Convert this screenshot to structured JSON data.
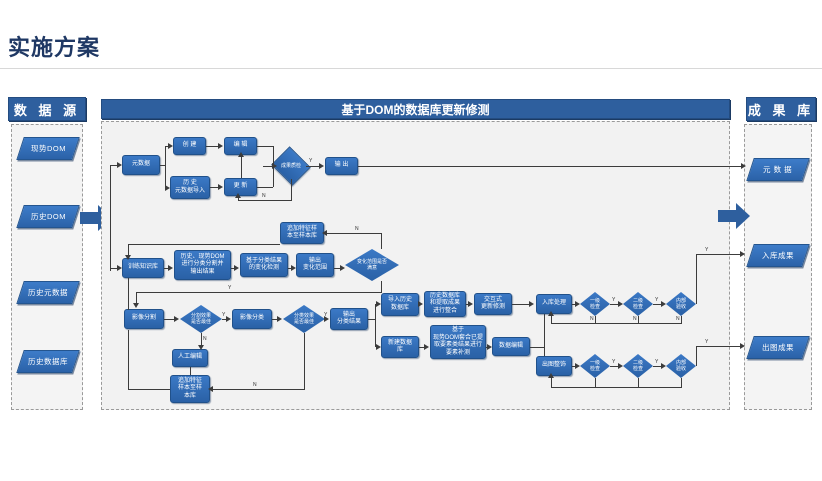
{
  "page": {
    "title": "实施方案"
  },
  "left_panel": {
    "header": "数 据 源",
    "items": [
      {
        "label": "现势DOM"
      },
      {
        "label": "历史DOM"
      },
      {
        "label": "历史元数据"
      },
      {
        "label": "历史数据库"
      }
    ]
  },
  "right_panel": {
    "header": "成 果 库",
    "items": [
      {
        "label": "元 数 据"
      },
      {
        "label": "入库成果"
      },
      {
        "label": "出图成果"
      }
    ]
  },
  "main": {
    "header": "基于DOM的数据库更新修测"
  },
  "nodes": {
    "metadata": "元数据",
    "create": "创 建",
    "import_hist_meta_l1": "历 史",
    "import_hist_meta_l2": "元数据导入",
    "edit": "编 辑",
    "update": "更 新",
    "output": "输 出",
    "train_kb": "训练知识库",
    "classify_dom_l1": "历史、现势DOM",
    "classify_dom_l2": "进行分类分割并",
    "classify_dom_l3": "输出结果",
    "change_detect_l1": "基于分类结果",
    "change_detect_l2": "的变化检测",
    "out_change_l1": "输出",
    "out_change_l2": "变化范围",
    "add_feature_l1": "追加特征样",
    "add_feature_l2": "本至样本库",
    "img_segment": "影像分割",
    "manual_edit": "人工编辑",
    "img_classify": "影像分类",
    "out_classify_l1": "输出",
    "out_classify_l2": "分类结果",
    "add_feature2_l1": "追加特征",
    "add_feature2_l2": "样本至样",
    "add_feature2_l3": "本库",
    "import_hist_db_l1": "导入历史",
    "import_hist_db_l2": "数据库",
    "merge_l1": "历史数据库",
    "merge_l2": "和提取成果",
    "merge_l3": "进行整合",
    "interactive_l1": "交互式",
    "interactive_l2": "更新修测",
    "new_db_l1": "新建数据",
    "new_db_l2": "库",
    "supplement_l1": "基于",
    "supplement_l2": "现势DOM套合已提",
    "supplement_l3": "取要素类结果进行",
    "supplement_l4": "要素补测",
    "data_edit": "数据编辑",
    "store_process": "入库处理",
    "map_finish_l1": "出图整饰"
  },
  "decisions": {
    "quality_check_l1": "成果质检",
    "change_ok_l1": "变化范围是否",
    "change_ok_l2": "满意",
    "seg_ok_l1": "分割效果",
    "seg_ok_l2": "是否最佳",
    "cls_ok_l1": "分类效果",
    "cls_ok_l2": "是否最佳",
    "check1_l1": "一级",
    "check1_l2": "检查",
    "check2_l1": "二级",
    "check2_l2": "检查",
    "accept_l1": "内部",
    "accept_l2": "验收"
  },
  "edge_labels": {
    "yes": "Y",
    "no": "N"
  },
  "colors": {
    "title": "#1f3864",
    "header_bar": "#2e5f9e",
    "node_fill": "#2a61a6",
    "panel_bg": "#f4f4f4",
    "connector": "#3c3c3c"
  }
}
